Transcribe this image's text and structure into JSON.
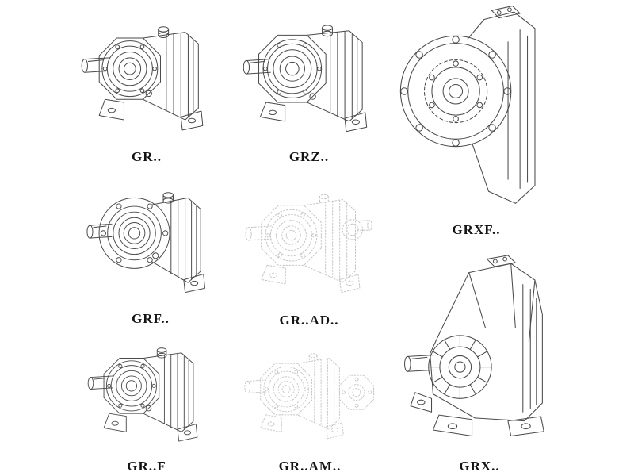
{
  "colors": {
    "background": "#ffffff",
    "line": "#4a4a4a",
    "ghost_line": "#c4c4c4",
    "label": "#141414"
  },
  "figures": {
    "gr": {
      "label": "GR.."
    },
    "grz": {
      "label": "GRZ.."
    },
    "grxf": {
      "label": "GRXF.."
    },
    "grf": {
      "label": "GRF.."
    },
    "gr_ad": {
      "label": "GR..AD.."
    },
    "gr_f": {
      "label": "GR..F"
    },
    "gr_am": {
      "label": "GR..AM.."
    },
    "grx": {
      "label": "GRX.."
    }
  }
}
